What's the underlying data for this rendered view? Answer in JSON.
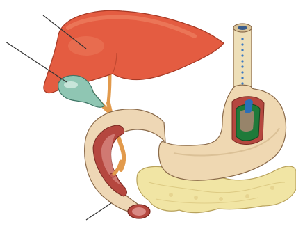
{
  "figure": {
    "labels_printed": [],
    "organs": [
      {
        "key": "liver",
        "name": "liver",
        "color": "#e45c41"
      },
      {
        "key": "gallbladder",
        "name": "gallbladder",
        "color": "#8fc6b3"
      },
      {
        "key": "bile_duct",
        "name": "bile duct",
        "color": "#e29a4c"
      },
      {
        "key": "esophagus",
        "name": "esophagus",
        "color": "#eedfb8"
      },
      {
        "key": "stomach",
        "name": "stomach",
        "color": "#efd8b2"
      },
      {
        "key": "duodenum",
        "name": "duodenum",
        "color": "#eed7b5"
      },
      {
        "key": "pancreas",
        "name": "pancreas",
        "color": "#f1e5a4"
      }
    ],
    "leader_lines": [
      {
        "key": "liver_pointer",
        "points_to": "liver"
      },
      {
        "key": "gallbladder_pointer",
        "points_to": "gallbladder"
      },
      {
        "key": "duodenum_pointer",
        "points_to": "duodenum"
      }
    ],
    "colors": {
      "background": "#ffffff",
      "outline": "#6a4a3a",
      "leader": "#333333",
      "liver_highlight": "#f08a6a",
      "lumen_red": "#b5473f",
      "lumen_pink": "#d98a84",
      "inner_green": "#1f7a3a",
      "inner_blue": "#2b6fb8"
    }
  }
}
